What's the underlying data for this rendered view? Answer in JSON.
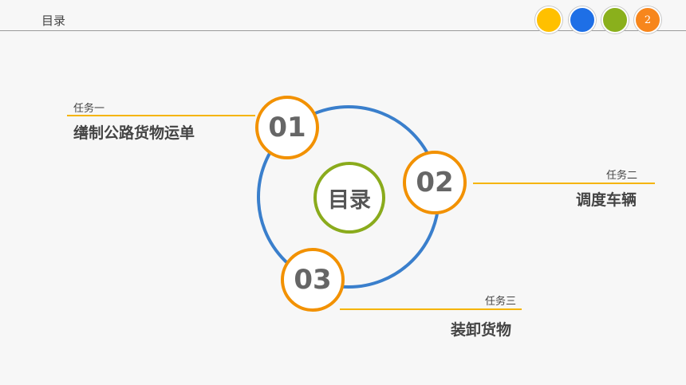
{
  "header": {
    "title": "目录",
    "page_number": "2",
    "dot_colors": [
      "#ffc000",
      "#1e6fe6",
      "#8ab01c",
      "#f7861c"
    ]
  },
  "diagram": {
    "center_label": "目录",
    "ring_color": "#3a7fcc",
    "node_border_color": "#f29100",
    "center_border_color": "#8aab1c",
    "nodes": [
      {
        "number": "01",
        "task_label": "任务一",
        "task_title": "缮制公路货物运单"
      },
      {
        "number": "02",
        "task_label": "任务二",
        "task_title": "调度车辆"
      },
      {
        "number": "03",
        "task_label": "任务三",
        "task_title": "装卸货物"
      }
    ]
  }
}
